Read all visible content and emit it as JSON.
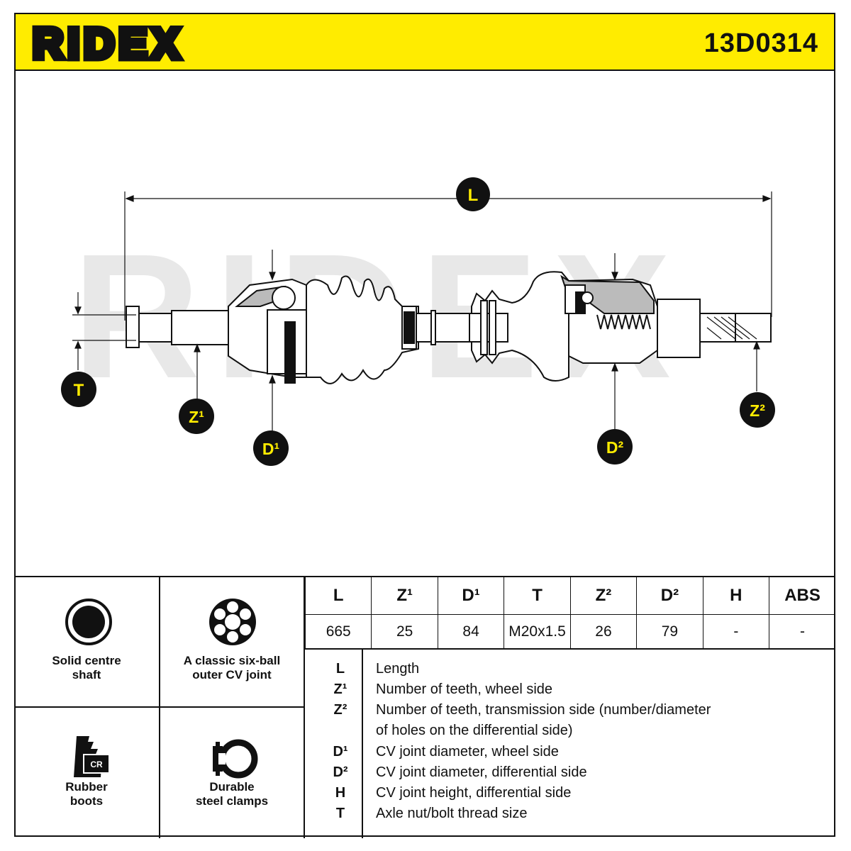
{
  "header": {
    "brand": "RIDEX",
    "part_number": "13D0314"
  },
  "drawing": {
    "watermark": "RIDEX",
    "callouts": {
      "L": "L",
      "T": "T",
      "Z1": "Z¹",
      "D1": "D¹",
      "D2": "D²",
      "Z2": "Z²"
    }
  },
  "features": [
    {
      "label": "Solid centre\nshaft",
      "icon": "solid-shaft-icon"
    },
    {
      "label": "A classic six-ball\nouter CV joint",
      "icon": "six-ball-joint-icon"
    },
    {
      "label": "Rubber\nboots",
      "icon": "rubber-boot-cr-icon"
    },
    {
      "label": "Durable\nsteel clamps",
      "icon": "steel-clamp-icon"
    }
  ],
  "boot_badge": "CR",
  "specs": {
    "headers": [
      "L",
      "Z¹",
      "D¹",
      "T",
      "Z²",
      "D²",
      "H",
      "ABS"
    ],
    "values": [
      "665",
      "25",
      "84",
      "M20x1.5",
      "26",
      "79",
      "-",
      "-"
    ]
  },
  "legend": [
    {
      "symbol": "L",
      "text": "Length"
    },
    {
      "symbol": "Z¹",
      "text": "Number of teeth, wheel side"
    },
    {
      "symbol": "Z²",
      "text": "Number of teeth, transmission side (number/diameter"
    },
    {
      "symbol": "",
      "text": "of holes on the differential side)"
    },
    {
      "symbol": "D¹",
      "text": "CV joint diameter, wheel side"
    },
    {
      "symbol": "D²",
      "text": "CV joint diameter, differential side"
    },
    {
      "symbol": "H",
      "text": "CV joint height, differential side"
    },
    {
      "symbol": "T",
      "text": "Axle nut/bolt thread size"
    }
  ],
  "colors": {
    "brand_yellow": "#ffec00",
    "ink": "#111111",
    "callout_text": "#ffec00",
    "watermark": "#e6e6e6"
  }
}
